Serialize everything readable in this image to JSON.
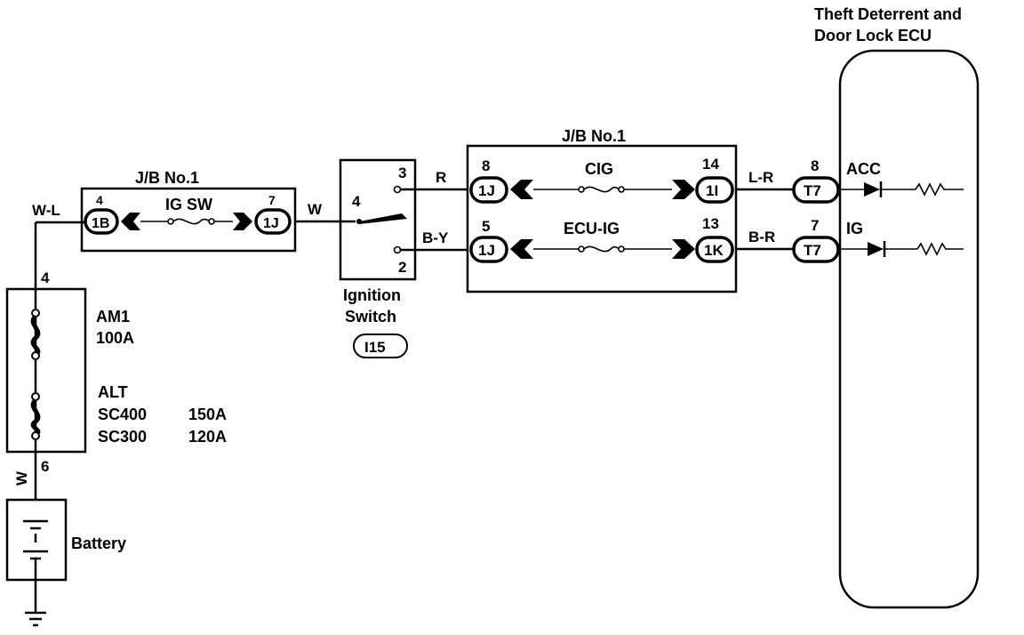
{
  "ecu": {
    "title_line1": "Theft Deterrent and",
    "title_line2": "Door Lock ECU",
    "acc_label": "ACC",
    "ig_label": "IG"
  },
  "jb_left": {
    "title": "J/B No.1",
    "fuse_label": "IG SW",
    "in_pin": "4",
    "in_conn": "1B",
    "out_pin": "7",
    "out_conn": "1J"
  },
  "jb_right": {
    "title": "J/B No.1",
    "top_fuse": "CIG",
    "bottom_fuse": "ECU-IG",
    "top_in_pin": "8",
    "top_in_conn": "1J",
    "top_out_pin": "14",
    "top_out_conn": "1I",
    "bot_in_pin": "5",
    "bot_in_conn": "1J",
    "bot_out_pin": "13",
    "bot_out_conn": "1K"
  },
  "ignition": {
    "label_line1": "Ignition",
    "label_line2": "Switch",
    "code": "I15",
    "pin_in": "4",
    "pin_top": "3",
    "pin_bottom": "2"
  },
  "ecu_pins": {
    "top_pin": "8",
    "top_conn": "T7",
    "bottom_pin": "7",
    "bottom_conn": "T7"
  },
  "wires": {
    "wl": "W-L",
    "w": "W",
    "r": "R",
    "by": "B-Y",
    "lr": "L-R",
    "br": "B-R",
    "w_vertical": "W"
  },
  "fusible": {
    "pin_top": "4",
    "pin_bottom": "6",
    "am1": "AM1",
    "am1_rating": "100A",
    "alt": "ALT",
    "sc400": "SC400",
    "sc400_rating": "150A",
    "sc300": "SC300",
    "sc300_rating": "120A"
  },
  "battery": {
    "label": "Battery"
  }
}
